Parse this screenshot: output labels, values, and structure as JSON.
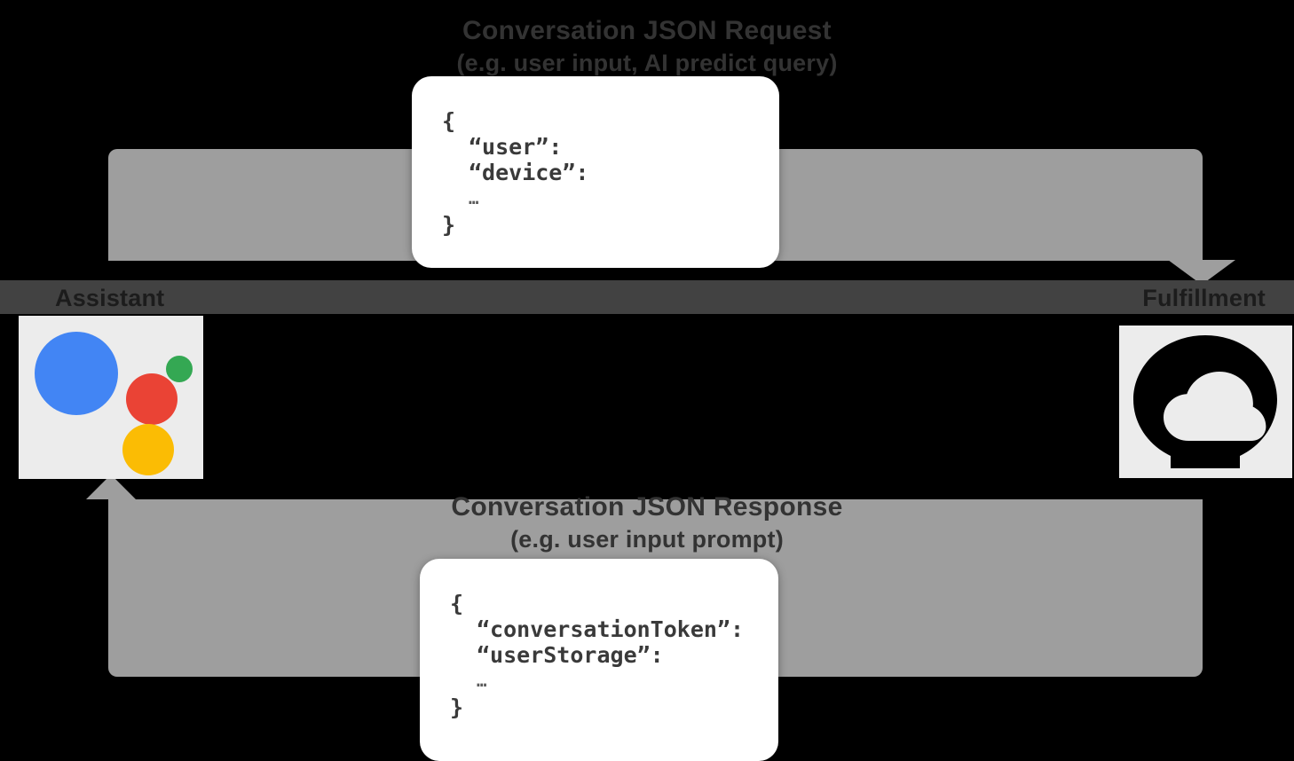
{
  "diagram": {
    "title": "Google Assistant conversation flow",
    "background_color": "#000000",
    "band_color": "#9e9e9e",
    "strip_color": "#424242",
    "card_color": "#ffffff"
  },
  "request_flow": {
    "title_line1": "Conversation JSON Request",
    "title_line2": "(e.g. user input, AI predict query)",
    "json": {
      "open_brace": "{",
      "key1": "“user”:",
      "key2": "“device”:",
      "ellipsis": "…",
      "close_brace": "}"
    }
  },
  "response_flow": {
    "title_line1": "Conversation JSON Response",
    "title_line2": "(e.g. user input prompt)",
    "json": {
      "open_brace": "{",
      "key1": "“conversationToken”:",
      "key2": "“userStorage”:",
      "ellipsis": "…",
      "close_brace": "}"
    }
  },
  "endpoints": {
    "left_label": "Assistant",
    "right_label": "Fulfillment",
    "assistant_logo": {
      "icon": "google-assistant-icon",
      "colors": {
        "blue": "#4285f4",
        "red": "#ea4335",
        "yellow": "#fbbc04",
        "green": "#34a853"
      }
    },
    "fulfillment_logo": {
      "icon": "cloud-function-icon",
      "color": "#000000"
    }
  }
}
